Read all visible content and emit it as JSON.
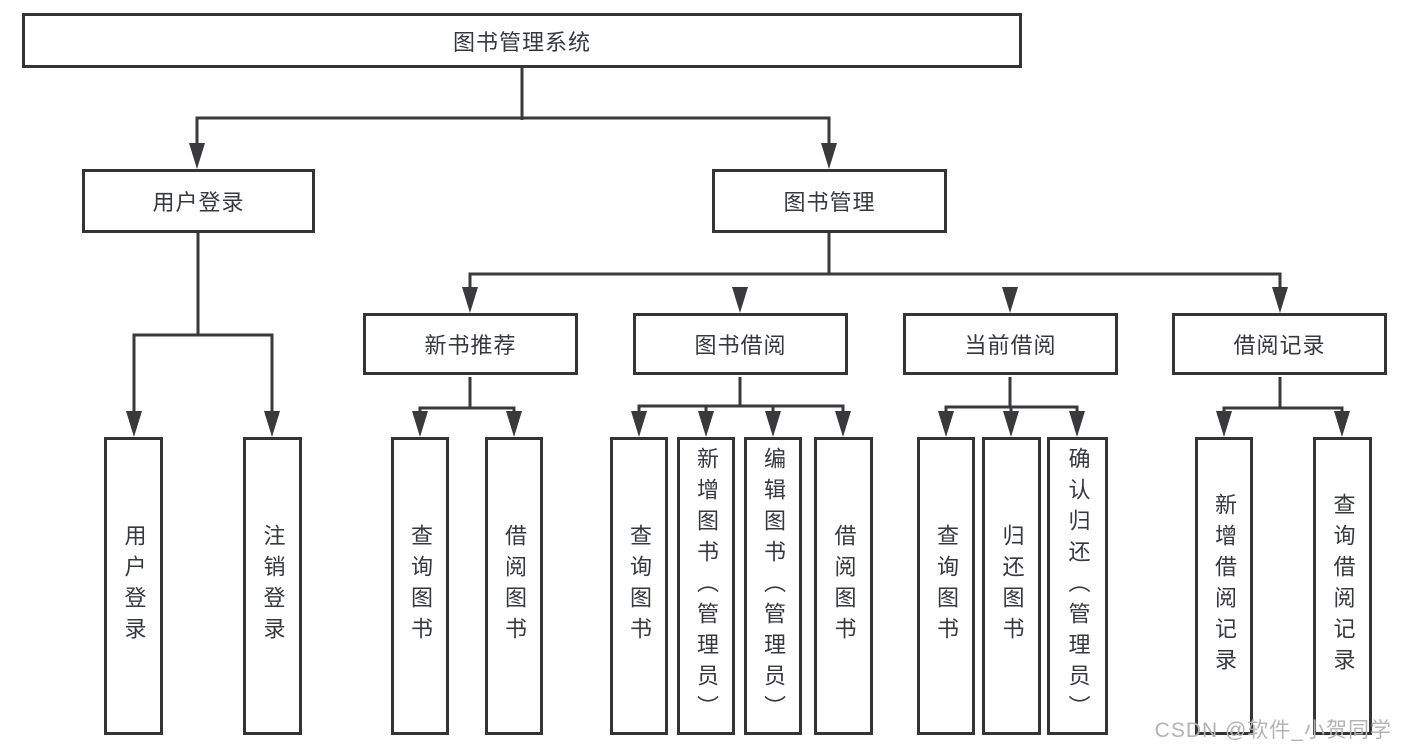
{
  "diagram": {
    "title": "图书管理系统",
    "watermark": "CSDN @软件_小贺同学",
    "colors": {
      "line": "#3a3a3c",
      "box_border": "#343434",
      "text": "#36383c",
      "watermark": "#b4b4b4",
      "background": "#ffffff"
    },
    "nodes": {
      "root": {
        "label": "图书管理系统"
      },
      "login_branch": {
        "label": "用户登录"
      },
      "book_mgmt": {
        "label": "图书管理"
      },
      "new_book_rec": {
        "label": "新书推荐"
      },
      "book_borrow": {
        "label": "图书借阅"
      },
      "current_borrow": {
        "label": "当前借阅"
      },
      "borrow_records": {
        "label": "借阅记录"
      },
      "leaf_user_login": {
        "label": "用户登录"
      },
      "leaf_logout": {
        "label": "注销登录"
      },
      "rec_query_books": {
        "label": "查询图书"
      },
      "rec_borrow_books": {
        "label": "借阅图书"
      },
      "bb_query_books": {
        "label": "查询图书"
      },
      "bb_add_books": {
        "label": "新增图书（管理员）"
      },
      "bb_edit_books": {
        "label": "编辑图书（管理员）"
      },
      "bb_borrow_books": {
        "label": "借阅图书"
      },
      "cb_query_books": {
        "label": "查询图书"
      },
      "cb_return_books": {
        "label": "归还图书"
      },
      "cb_confirm_return": {
        "label": "确认归还（管理员）"
      },
      "br_add_record": {
        "label": "新增借阅记录"
      },
      "br_query_record": {
        "label": "查询借阅记录"
      }
    },
    "hierarchy": {
      "root": [
        "login_branch",
        "book_mgmt"
      ],
      "login_branch": [
        "leaf_user_login",
        "leaf_logout"
      ],
      "book_mgmt": [
        "new_book_rec",
        "book_borrow",
        "current_borrow",
        "borrow_records"
      ],
      "new_book_rec": [
        "rec_query_books",
        "rec_borrow_books"
      ],
      "book_borrow": [
        "bb_query_books",
        "bb_add_books",
        "bb_edit_books",
        "bb_borrow_books"
      ],
      "current_borrow": [
        "cb_query_books",
        "cb_return_books",
        "cb_confirm_return"
      ],
      "borrow_records": [
        "br_add_record",
        "br_query_record"
      ]
    }
  }
}
